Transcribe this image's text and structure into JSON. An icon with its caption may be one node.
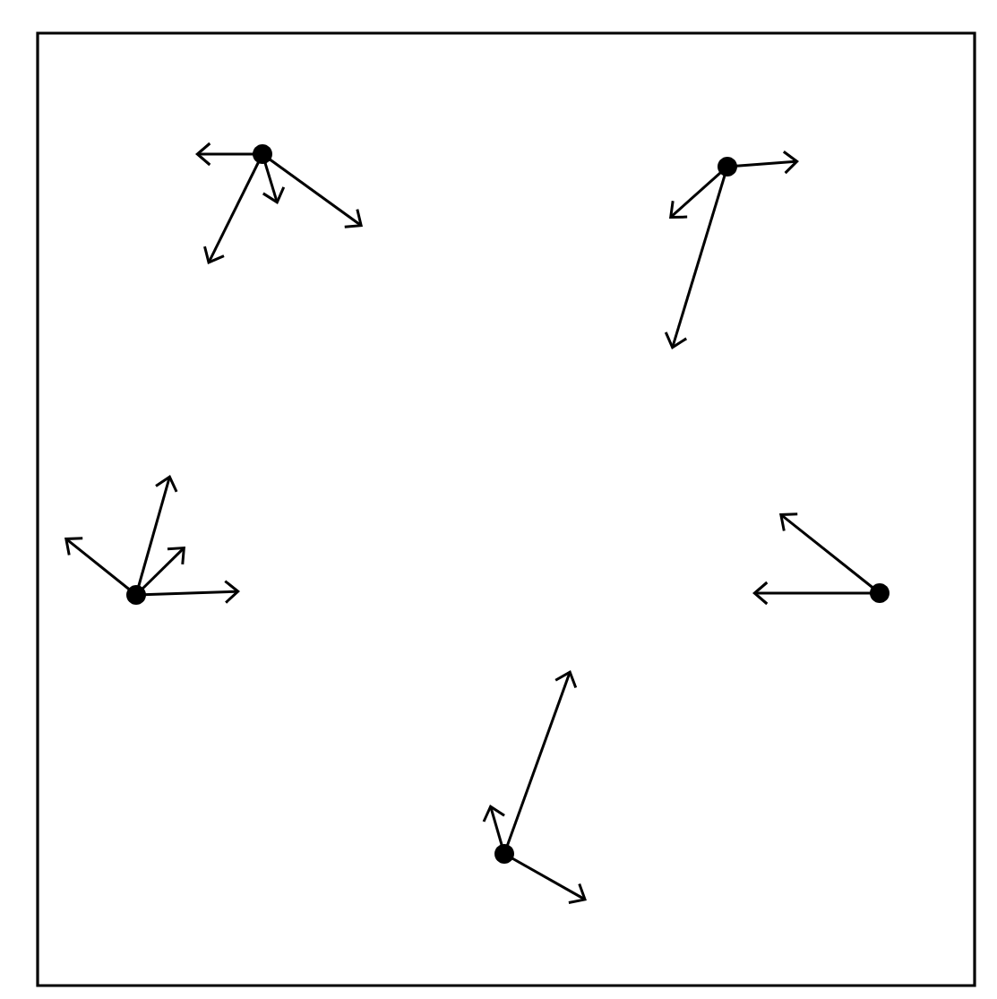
{
  "diagram": {
    "nodes": [
      {
        "text": [],
        "shape": "circle"
      },
      {
        "text": [],
        "shape": "circle"
      },
      {
        "text": [],
        "shape": "circle"
      },
      {
        "text": [],
        "shape": "circle"
      },
      {
        "text": [],
        "shape": "circle"
      }
    ],
    "edges": [
      {
        "from": 0,
        "to": null,
        "arrow": "to"
      },
      {
        "from": 0,
        "to": null,
        "arrow": "to"
      },
      {
        "from": 0,
        "to": null,
        "arrow": "to"
      },
      {
        "from": 0,
        "to": null,
        "arrow": "to"
      },
      {
        "from": 1,
        "to": null,
        "arrow": "to"
      },
      {
        "from": 1,
        "to": null,
        "arrow": "to"
      },
      {
        "from": 1,
        "to": null,
        "arrow": "to"
      },
      {
        "from": 2,
        "to": null,
        "arrow": "to"
      },
      {
        "from": 2,
        "to": null,
        "arrow": "to"
      },
      {
        "from": 2,
        "to": null,
        "arrow": "to"
      },
      {
        "from": 2,
        "to": null,
        "arrow": "to"
      },
      {
        "from": 3,
        "to": null,
        "arrow": "to"
      },
      {
        "from": 3,
        "to": null,
        "arrow": "to"
      },
      {
        "from": 4,
        "to": null,
        "arrow": "to"
      },
      {
        "from": 4,
        "to": null,
        "arrow": "to"
      },
      {
        "from": 4,
        "to": null,
        "arrow": "to"
      }
    ]
  }
}
